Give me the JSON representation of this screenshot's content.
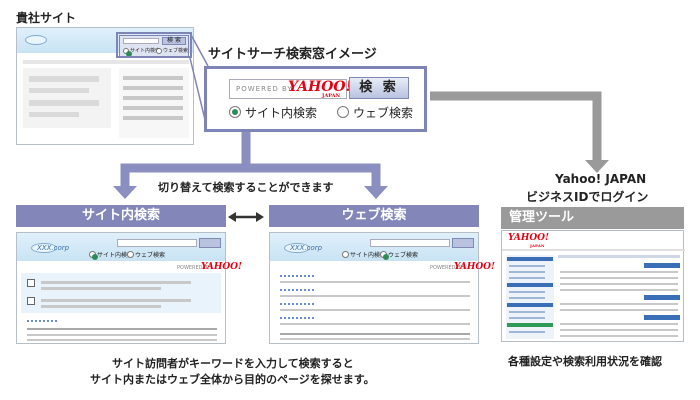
{
  "company_site": {
    "title": "貴社サイト",
    "header_btn": "検 索",
    "radio_site": "サイト内検索",
    "radio_web": "ウェブ検索"
  },
  "search_window": {
    "title": "サイトサーチ検索窓イメージ",
    "powered_by": "POWERED BY",
    "logo": "YAHOO!",
    "logo_sub": "JAPAN",
    "button": "検 索",
    "radio_site": "サイト内検索",
    "radio_web": "ウェブ検索"
  },
  "switch_label": "切り替えて検索することができます",
  "login_label_1": "Yahoo! JAPAN",
  "login_label_2": "ビジネスIDでログイン",
  "site_search": {
    "header": "サイト内検索",
    "logo_text": "XXX.corp",
    "radio_site": "サイト内検索",
    "radio_web": "ウェブ検索",
    "powered_by": "POWERED BY",
    "logo": "YAHOO!",
    "caption_1": "サイト訪問者がキーワードを入力して検索すると",
    "caption_2": "サイト内またはウェブ全体から目的のページを探せます。"
  },
  "web_search": {
    "header": "ウェブ検索",
    "logo_text": "XXX.corp",
    "radio_site": "サイト内検索",
    "radio_web": "ウェブ検索",
    "powered_by": "POWERED BY",
    "logo": "YAHOO!"
  },
  "admin": {
    "header": "管理ツール",
    "logo": "YAHOO!",
    "logo_sub": "JAPAN",
    "caption": "各種設定や検索利用状況を確認"
  },
  "colors": {
    "accent": "#8286b8",
    "arrow_blue": "#8b8fbf",
    "arrow_gray": "#9a9a9a",
    "yahoo_red": "#e50012"
  }
}
